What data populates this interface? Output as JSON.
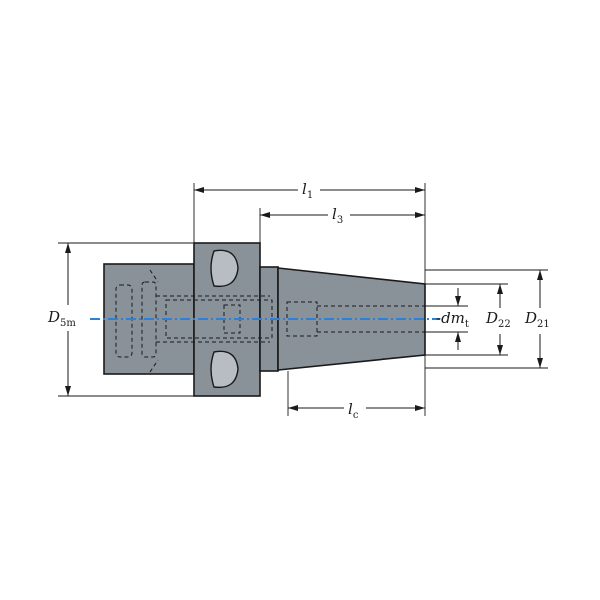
{
  "dimensions": {
    "l1": {
      "main": "l",
      "sub": "1"
    },
    "l3": {
      "main": "l",
      "sub": "3"
    },
    "lc": {
      "main": "l",
      "sub": "c"
    },
    "d5m": {
      "main": "D",
      "sub": "5m"
    },
    "dmt": {
      "main": "dm",
      "sub": "t"
    },
    "d22": {
      "main": "D",
      "sub": "22"
    },
    "d21": {
      "main": "D",
      "sub": "21"
    }
  },
  "colors": {
    "body": "#8a9299",
    "outline": "#1a1a1a",
    "axis": "#2e7fd6"
  }
}
